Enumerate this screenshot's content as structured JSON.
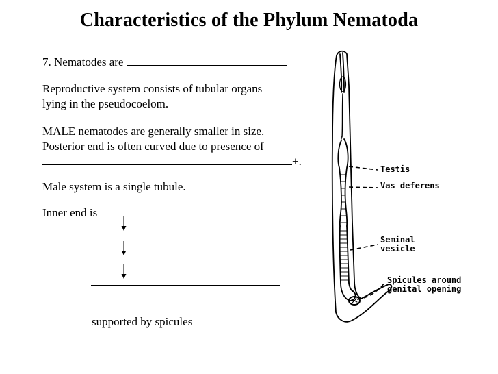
{
  "title": "Characteristics of the Phylum Nematoda",
  "lines": {
    "p1": "7.  Nematodes are",
    "p2a": "Reproductive system consists of tubular organs",
    "p2b": "lying in the pseudocoelom.",
    "p3a": "MALE nematodes are generally smaller in size.",
    "p3b": "Posterior end is often curved due to presence of",
    "p3c_end": "+.",
    "p4": "Male system is a single tubule.",
    "p5": "Inner end is",
    "supported": "supported by spicules"
  },
  "diagram_labels": {
    "testis": "Testis",
    "vas_deferens": "Vas deferens",
    "seminal_1": "Seminal",
    "seminal_2": "vesicle",
    "spicules_1": "Spicules around",
    "spicules_2": "genital opening"
  }
}
